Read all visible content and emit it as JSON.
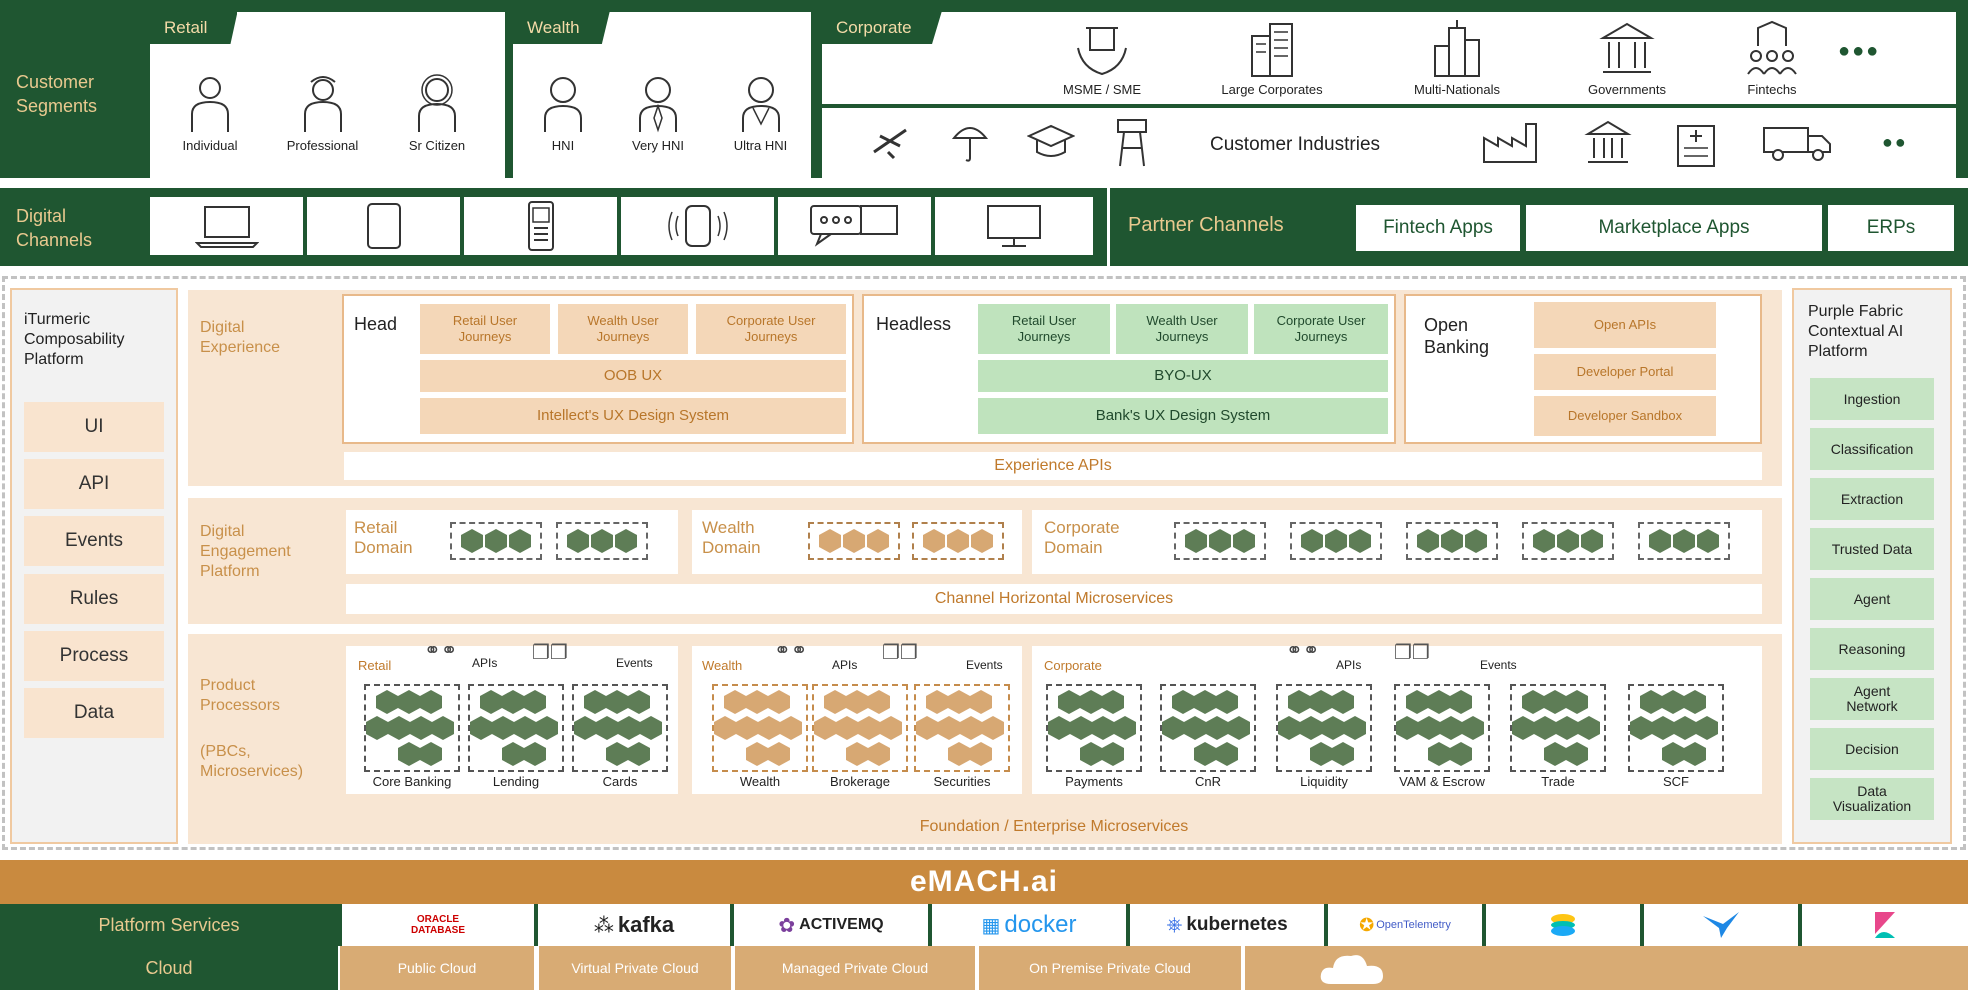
{
  "segments": {
    "label": "Customer Segments",
    "retail": {
      "tag": "Retail",
      "items": [
        "Individual",
        "Professional",
        "Sr Citizen"
      ]
    },
    "wealth": {
      "tag": "Wealth",
      "items": [
        "HNI",
        "Very HNI",
        "Ultra HNI"
      ]
    },
    "corporate": {
      "tag": "Corporate",
      "items": [
        "MSME / SME",
        "Large Corporates",
        "Multi-Nationals",
        "Governments",
        "Fintechs"
      ],
      "more": "●●●"
    },
    "industries": {
      "label": "Customer Industries",
      "more": "●●"
    }
  },
  "channels": {
    "label": "Digital Channels",
    "partner_label": "Partner Channels",
    "partner_items": [
      "Fintech Apps",
      "Marketplace Apps",
      "ERPs"
    ]
  },
  "left_panel": {
    "title": "iTurmeric Composability Platform",
    "items": [
      "UI",
      "API",
      "Events",
      "Rules",
      "Process",
      "Data"
    ]
  },
  "right_panel": {
    "title": "Purple Fabric Contextual AI Platform",
    "items": [
      "Ingestion",
      "Classification",
      "Extraction",
      "Trusted Data",
      "Agent",
      "Reasoning",
      "Agent Network",
      "Decision",
      "Data Visualization"
    ]
  },
  "digital_experience": {
    "label": "Digital Experience",
    "head": {
      "title": "Head",
      "journeys": [
        "Retail User Journeys",
        "Wealth User Journeys",
        "Corporate User Journeys"
      ],
      "oob": "OOB UX",
      "design": "Intellect's UX Design System"
    },
    "headless": {
      "title": "Headless",
      "journeys": [
        "Retail User Journeys",
        "Wealth User Journeys",
        "Corporate User Journeys"
      ],
      "byo": "BYO-UX",
      "design": "Bank's UX Design System"
    },
    "open_banking": {
      "title": "Open Banking",
      "items": [
        "Open APIs",
        "Developer Portal",
        "Developer Sandbox"
      ]
    },
    "apis": "Experience APIs"
  },
  "engagement": {
    "label": "Digital Engagement Platform",
    "domains": [
      "Retail Domain",
      "Wealth Domain",
      "Corporate Domain"
    ],
    "band": "Channel Horizontal Microservices"
  },
  "processors": {
    "label": "Product Processors",
    "sublabel": "(PBCs, Microservices)",
    "groups": [
      {
        "name": "Retail",
        "apis": "APIs",
        "events": "Events",
        "items": [
          "Core Banking",
          "Lending",
          "Cards"
        ]
      },
      {
        "name": "Wealth",
        "apis": "APIs",
        "events": "Events",
        "items": [
          "Wealth",
          "Brokerage",
          "Securities"
        ]
      },
      {
        "name": "Corporate",
        "apis": "APIs",
        "events": "Events",
        "items": [
          "Payments",
          "CnR",
          "Liquidity",
          "VAM & Escrow",
          "Trade",
          "SCF"
        ]
      }
    ],
    "band": "Foundation / Enterprise Microservices"
  },
  "brand": "eMACH.ai",
  "platform_services": {
    "label": "Platform Services",
    "items": [
      "ORACLE DATABASE",
      "kafka",
      "ACTIVEMQ",
      "docker",
      "kubernetes",
      "OpenTelemetry"
    ]
  },
  "cloud": {
    "label": "Cloud",
    "items": [
      "Public Cloud",
      "Virtual Private Cloud",
      "Managed Private Cloud",
      "On Premise Private Cloud"
    ]
  },
  "colors": {
    "dark_green": "#1f5631",
    "gold": "#e9c98f",
    "peach": "#f8e6d3",
    "light_green": "#bfe3bd",
    "orange_band": "#c98a3f"
  }
}
